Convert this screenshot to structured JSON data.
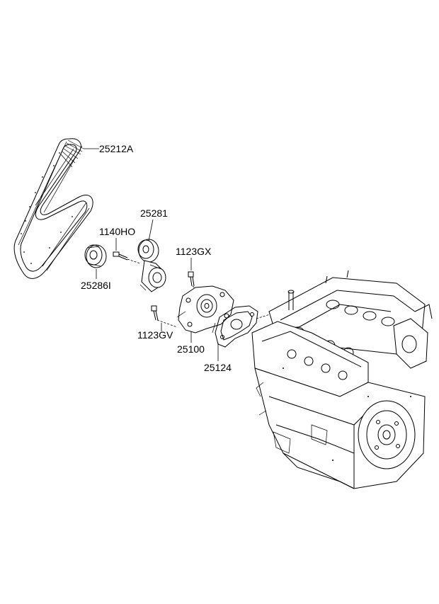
{
  "diagram": {
    "parts": [
      {
        "id": "belt",
        "label": "25212A"
      },
      {
        "id": "tensioner",
        "label": "25281"
      },
      {
        "id": "bolt_tensioner",
        "label": "1140HO"
      },
      {
        "id": "bolt_gx",
        "label": "1123GX"
      },
      {
        "id": "idler",
        "label": "25286I"
      },
      {
        "id": "bolt_gv",
        "label": "1123GV"
      },
      {
        "id": "water_pump",
        "label": "25100"
      },
      {
        "id": "gasket",
        "label": "25124"
      }
    ]
  }
}
